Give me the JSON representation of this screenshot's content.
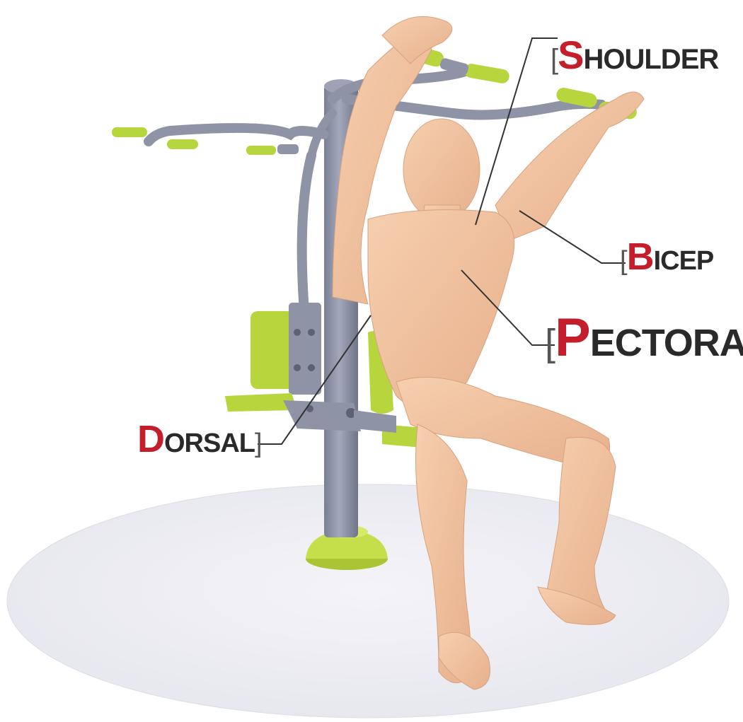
{
  "labels": {
    "shoulder": {
      "initial": "S",
      "rest": "HOULDER"
    },
    "bicep": {
      "initial": "B",
      "rest": "ICEP"
    },
    "pectoral": {
      "initial": "P",
      "rest": "ECTORAL"
    },
    "dorsal": {
      "initial": "D",
      "rest": "ORSAL"
    }
  },
  "colors": {
    "label_initial": "#c41e2a",
    "label_text": "#2a2a2a",
    "machine_frame": "#8e93a6",
    "machine_accent": "#b7d53d",
    "figure_skin": "#f2c3a0",
    "ground": "#ebebf2"
  }
}
